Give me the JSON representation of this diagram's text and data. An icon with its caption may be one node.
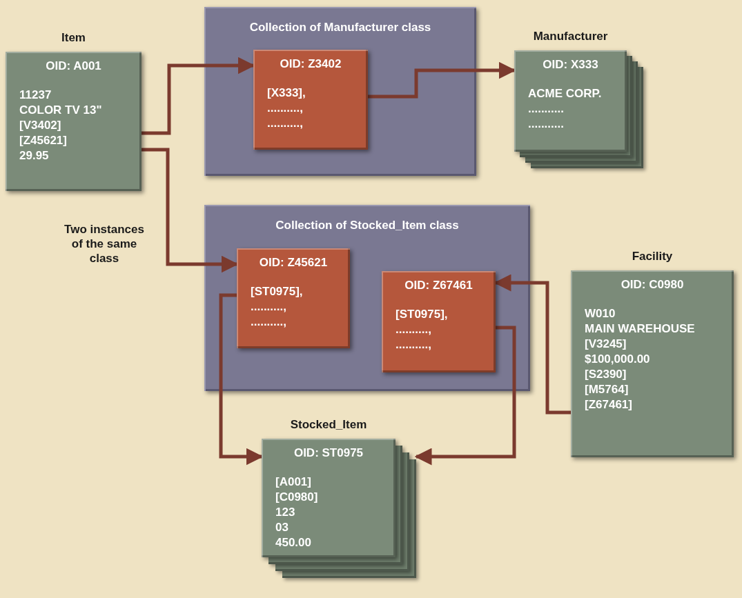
{
  "diagram": {
    "nodes": [
      {
        "text": [
          "Item",
          "OID: A001",
          "11237",
          "COLOR TV 13\"",
          "[V3402]",
          "[Z45621]",
          "29.95"
        ]
      },
      {
        "text": [
          "Collection of Manufacturer class"
        ]
      },
      {
        "text": [
          "OID: Z3402",
          "[X333],",
          "..........,",
          "..........,"
        ],
        "in": 1
      },
      {
        "text": [
          "Manufacturer",
          "OID: X333",
          "ACME CORP.",
          "...........",
          "..........."
        ]
      },
      {
        "text": [
          "Collection of Stocked_Item class"
        ]
      },
      {
        "text": [
          "OID: Z45621",
          "[ST0975],",
          "..........,",
          "..........,"
        ],
        "in": 4
      },
      {
        "text": [
          "OID: Z67461",
          "[ST0975],",
          "..........,",
          "..........,"
        ],
        "in": 4
      },
      {
        "text": [
          "Facility",
          "OID: C0980",
          "W010",
          "MAIN WAREHOUSE",
          "[V3245]",
          "$100,000.00",
          "[S2390]",
          "[M5764]",
          "[Z67461]"
        ]
      },
      {
        "text": [
          "Stocked_Item",
          "OID: ST0975",
          "[A001]",
          "[C0980]",
          "123",
          "03",
          "450.00"
        ]
      }
    ],
    "edges": [
      {
        "from": 0,
        "to": 2,
        "arrow": "to"
      },
      {
        "from": 2,
        "to": 3,
        "arrow": "to"
      },
      {
        "from": 0,
        "to": 5,
        "arrow": "to"
      },
      {
        "from": 5,
        "to": 8,
        "arrow": "to"
      },
      {
        "from": 6,
        "to": 8,
        "arrow": "to"
      },
      {
        "from": 7,
        "to": 6,
        "arrow": "to"
      }
    ],
    "labels": [
      "Two instances of the same class"
    ]
  }
}
